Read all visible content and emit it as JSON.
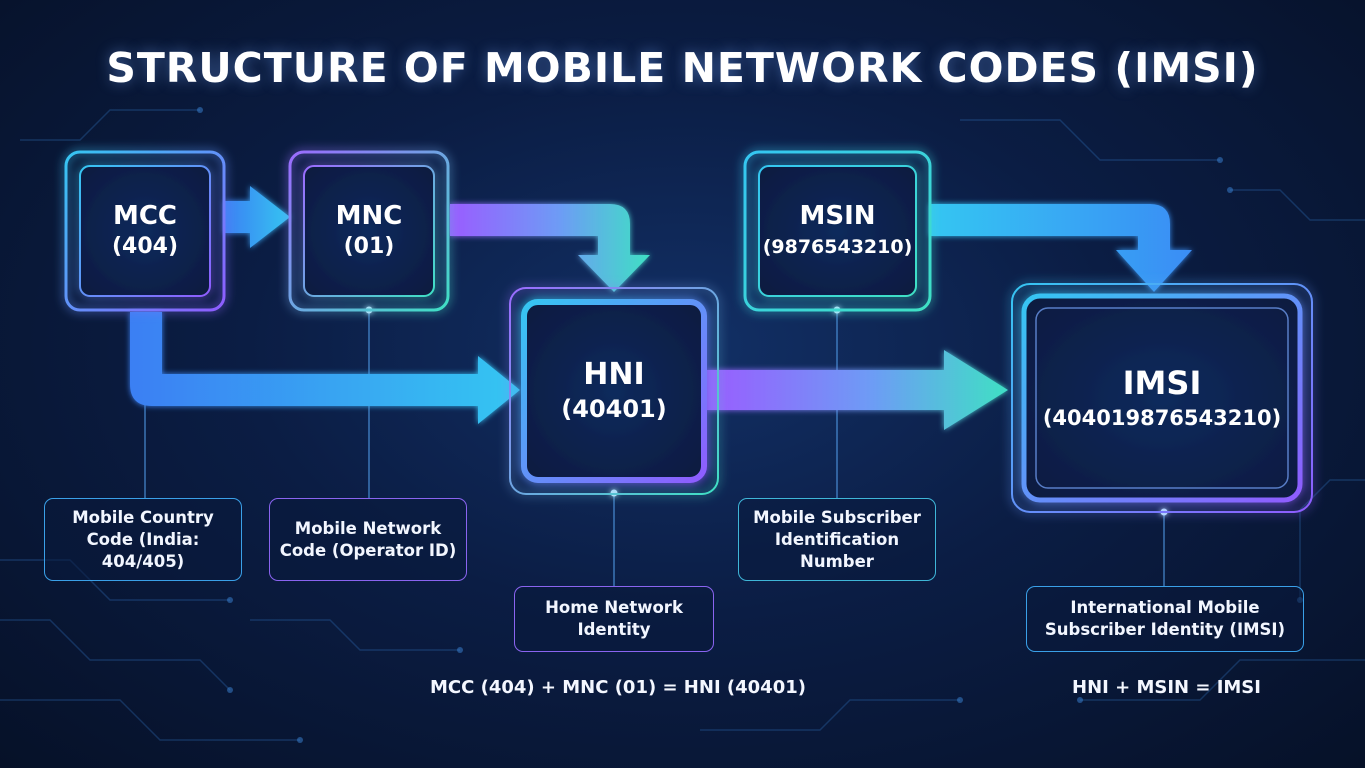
{
  "title": "STRUCTURE OF MOBILE NETWORK CODES (IMSI)",
  "nodes": {
    "mcc": {
      "code": "MCC",
      "value": "(404)",
      "description": "Mobile Country Code (India: 404/405)"
    },
    "mnc": {
      "code": "MNC",
      "value": "(01)",
      "description": "Mobile Network Code (Operator ID)"
    },
    "msin": {
      "code": "MSIN",
      "value": "(9876543210)",
      "description": "Mobile Subscriber Identification Number"
    },
    "hni": {
      "code": "HNI",
      "value": "(40401)",
      "description": "Home Network Identity"
    },
    "imsi": {
      "code": "IMSI",
      "value": "(404019876543210)",
      "description": "International Mobile Subscriber Identity (IMSI)"
    }
  },
  "formulas": {
    "hni": "MCC (404) + MNC (01) = HNI (40401)",
    "imsi": "HNI + MSIN = IMSI"
  },
  "colors": {
    "cyan": "#35c6f2",
    "blue": "#3a8df5",
    "purple": "#9b6bff",
    "teal": "#3fe0c4"
  }
}
